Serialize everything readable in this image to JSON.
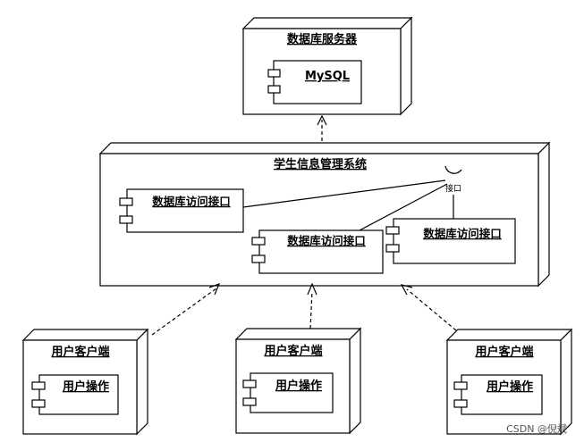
{
  "db_node": {
    "title": "数据库服务器",
    "component": "MySQL"
  },
  "system_node": {
    "title": "学生信息管理系统",
    "interface_label": "接口",
    "components": [
      "数据库访问接口",
      "数据库访问接口",
      "数据库访问接口"
    ]
  },
  "clients": [
    {
      "title": "用户客户端",
      "component": "用户操作"
    },
    {
      "title": "用户客户端",
      "component": "用户操作"
    },
    {
      "title": "用户客户端",
      "component": "用户操作"
    }
  ],
  "watermark": "CSDN @倪斌"
}
